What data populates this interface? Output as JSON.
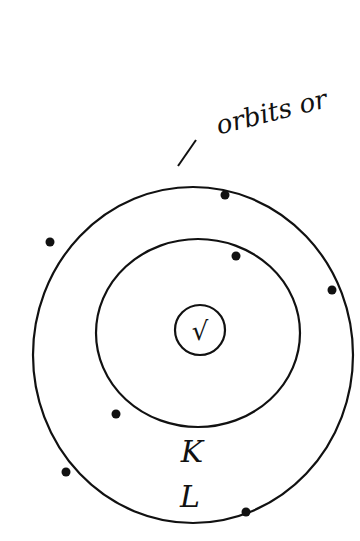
{
  "diagram": {
    "labels": [
      "orbits or",
      "√",
      "K",
      "L"
    ]
  }
}
